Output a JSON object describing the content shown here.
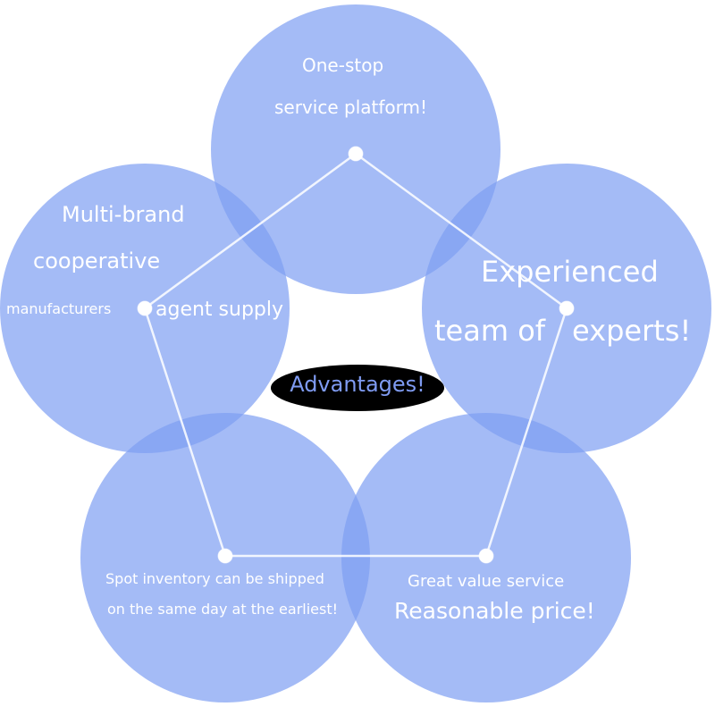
{
  "colors": {
    "circle": "#7d9ef2",
    "edge": "#ffffff",
    "center_badge": "#000000",
    "center_text": "#7f9bf2",
    "label_text": "#ffffff"
  },
  "center": {
    "label": "Advantages!"
  },
  "nodes": {
    "top": {
      "lines": [
        "One-stop",
        "service platform!"
      ]
    },
    "left": {
      "lines": [
        "Multi-brand",
        "cooperative",
        "manufacturers",
        "agent supply"
      ]
    },
    "right": {
      "lines": [
        "Experienced",
        "team of",
        "experts!"
      ]
    },
    "bottom_left": {
      "lines": [
        "Spot inventory can be shipped",
        "on the same day at the earliest!"
      ]
    },
    "bottom_right": {
      "lines": [
        "Great value service",
        "Reasonable price!"
      ]
    }
  }
}
